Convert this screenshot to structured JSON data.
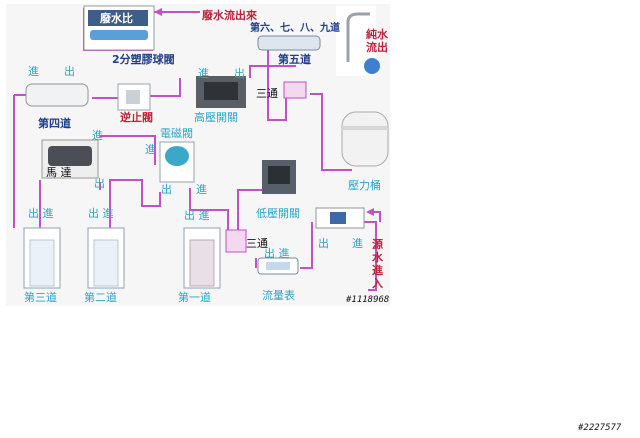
{
  "labels": {
    "waste_ratio": "廢水比",
    "waste_out": "廢水流出來",
    "ball_valve_2": "2分塑膠球閥",
    "stages_6789": "第六、七、八、九道",
    "stage_5": "第五道",
    "pure_water_out": "純水流出",
    "stage_4": "第四道",
    "check_valve": "逆止閥",
    "high_pressure_switch": "高壓開關",
    "three_way_top": "三通",
    "pressure_tank": "壓力桶",
    "solenoid_valve": "電磁閥",
    "pump": "馬 達",
    "low_pressure_switch": "低壓開關",
    "three_way_bottom": "三通",
    "source_water_in": "源水進入",
    "stage_3": "第三道",
    "stage_2": "第二道",
    "stage_1": "第一道",
    "flow_meter": "流量表",
    "in": "進",
    "out": "出",
    "out_in": "出 進",
    "watermark_inner": "#1118968",
    "watermark_outer": "#2227577"
  },
  "colors": {
    "pipe": "#c34fc9",
    "cyan_text": "#2aa6c8",
    "dark_text": "#1f3f8a",
    "red_text": "#c0223a"
  }
}
